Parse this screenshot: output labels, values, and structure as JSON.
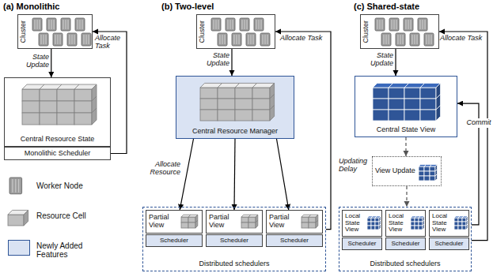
{
  "diagram": {
    "nodes": [
      {
        "text": [
          "Cluster"
        ]
      },
      {
        "text": [
          "Central Resource State"
        ]
      },
      {
        "text": [
          "Monolithic Scheduler"
        ]
      },
      {
        "text": [
          "Cluster"
        ]
      },
      {
        "text": [
          "Central Resource Manager"
        ]
      },
      {
        "text": [
          "Distributed schedulers"
        ]
      },
      {
        "text": [
          "Partial View"
        ],
        "in": 5
      },
      {
        "text": [
          "Scheduler"
        ],
        "in": 5
      },
      {
        "text": [
          "Partial View"
        ],
        "in": 5
      },
      {
        "text": [
          "Scheduler"
        ],
        "in": 5
      },
      {
        "text": [
          "Partial View"
        ],
        "in": 5
      },
      {
        "text": [
          "Scheduler"
        ],
        "in": 5
      },
      {
        "text": [
          "Cluster"
        ]
      },
      {
        "text": [
          "Central State View"
        ]
      },
      {
        "text": [
          "View Update"
        ]
      },
      {
        "text": [
          "Distributed schedulers"
        ]
      },
      {
        "text": [
          "Local State View"
        ],
        "in": 15
      },
      {
        "text": [
          "Scheduler"
        ],
        "in": 15
      },
      {
        "text": [
          "Local State View"
        ],
        "in": 15
      },
      {
        "text": [
          "Scheduler"
        ],
        "in": 15
      },
      {
        "text": [
          "Local State View"
        ],
        "in": 15
      },
      {
        "text": [
          "Scheduler"
        ],
        "in": 15
      }
    ],
    "edges": [
      {
        "from": 0,
        "to": 1,
        "label": "State Update",
        "arrow": "to"
      },
      {
        "from": 2,
        "to": 0,
        "label": "Allocate Task",
        "arrow": "to"
      },
      {
        "from": 3,
        "to": 4,
        "label": "State Update",
        "arrow": "to"
      },
      {
        "from": 4,
        "to": 6,
        "label": "Allocate Resource",
        "arrow": "to"
      },
      {
        "from": 4,
        "to": 8,
        "arrow": "to"
      },
      {
        "from": 4,
        "to": 10,
        "arrow": "to"
      },
      {
        "from": 5,
        "to": 3,
        "label": "Allocate Task",
        "arrow": "to"
      },
      {
        "from": 12,
        "to": 13,
        "label": "State Update",
        "arrow": "to"
      },
      {
        "from": 13,
        "to": 14,
        "label": "Updating Delay",
        "arrow": "to"
      },
      {
        "from": 14,
        "to": 15,
        "arrow": "to"
      },
      {
        "from": 15,
        "to": 13,
        "label": "Commit",
        "arrow": "to"
      },
      {
        "from": 15,
        "to": 12,
        "label": "Allocate Task",
        "arrow": "to"
      }
    ],
    "labels": [
      "(a) Monolithic",
      "(b) Two-level",
      "(c) Shared-state"
    ],
    "legend": [
      {
        "text": "Worker Node"
      },
      {
        "text": "Resource Cell"
      },
      {
        "text": "Newly Added Features",
        "color": "#dae3f3"
      }
    ]
  }
}
